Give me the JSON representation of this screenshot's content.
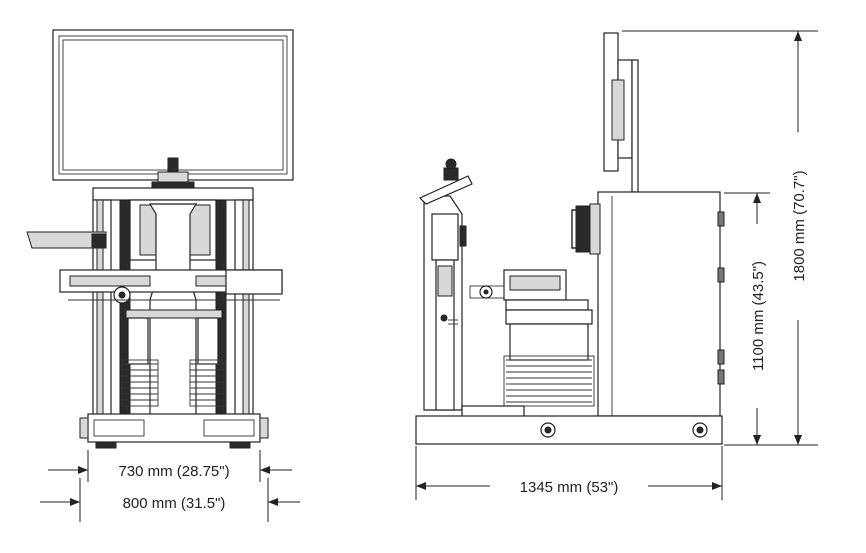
{
  "dimensions": {
    "front_inner_width": "730 mm (28.75\")",
    "front_outer_width": "800 mm (31.5\")",
    "side_length": "1345 mm (53\")",
    "side_table_height": "1100 mm (43.5\")",
    "side_total_height": "1800 mm (70.7\")"
  },
  "colors": {
    "line": "#222222",
    "background": "#ffffff"
  }
}
